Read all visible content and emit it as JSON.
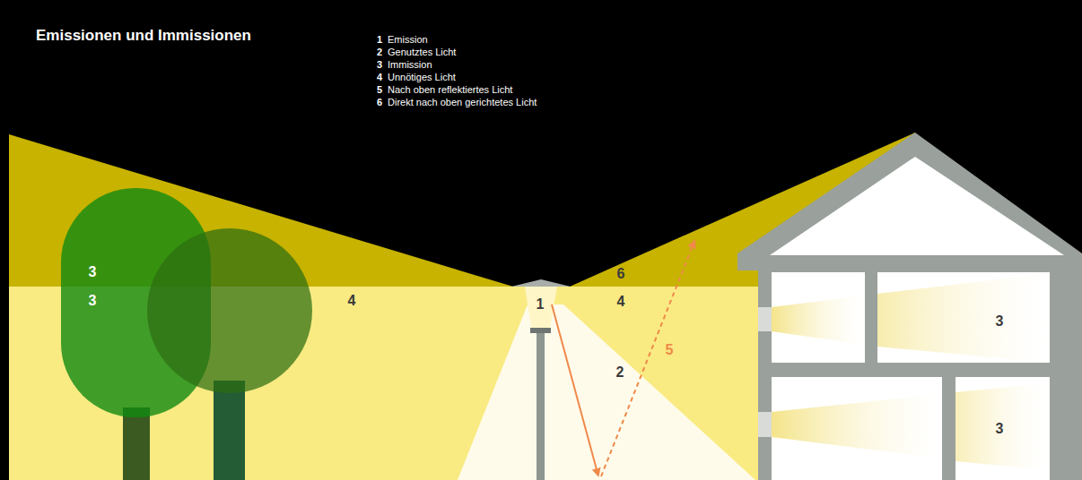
{
  "diagram": {
    "title": "Emissionen und Immissionen",
    "labels": [
      "1",
      "Emission",
      "2",
      "Genutztes Licht",
      "3",
      "Immission",
      "4",
      "Unnötiges Licht",
      "5",
      "Nach oben reflektiertes Licht",
      "6",
      "Direkt nach oben gerichtetes Licht",
      "3",
      "3",
      "4",
      "1",
      "6",
      "4",
      "2",
      "5",
      "3",
      "3"
    ]
  }
}
